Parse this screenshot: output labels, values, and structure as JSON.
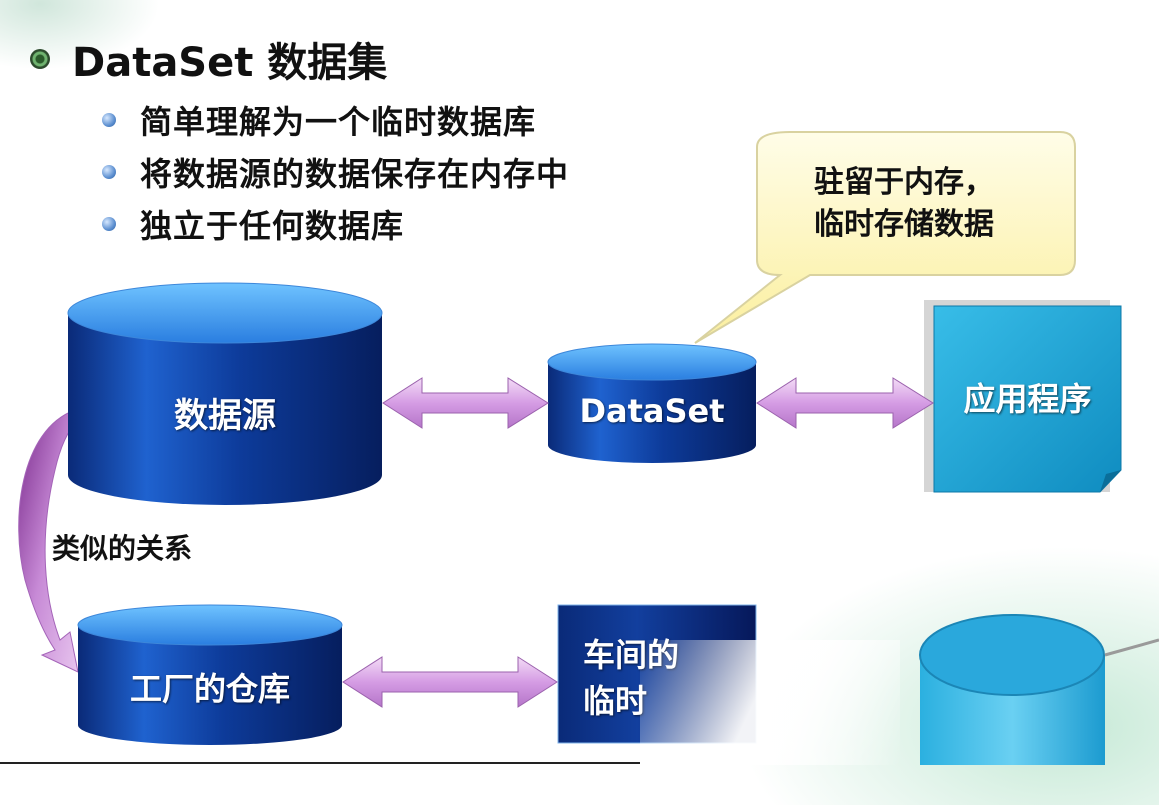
{
  "title": "DataSet 数据集",
  "bullets": [
    "简单理解为一个临时数据库",
    "将数据源的数据保存在内存中",
    "独立于任何数据库"
  ],
  "callout": {
    "line1": "驻留于内存，",
    "line2": "临时存储数据"
  },
  "nodes": {
    "datasource": "数据源",
    "dataset": "DataSet",
    "application": "应用程序",
    "warehouse": "工厂的仓库",
    "workshop_line1": "车间的",
    "workshop_line2": "临时"
  },
  "relation_label": "类似的关系",
  "colors": {
    "cylinder_dark": "#0a2a78",
    "cylinder_light": "#2e7ee6",
    "cylinder_top": "#3f9df2",
    "arrow_fill": "#d9a6e6",
    "callout_fill": "#fff9c9",
    "app_fill": "#1fa6d6"
  }
}
